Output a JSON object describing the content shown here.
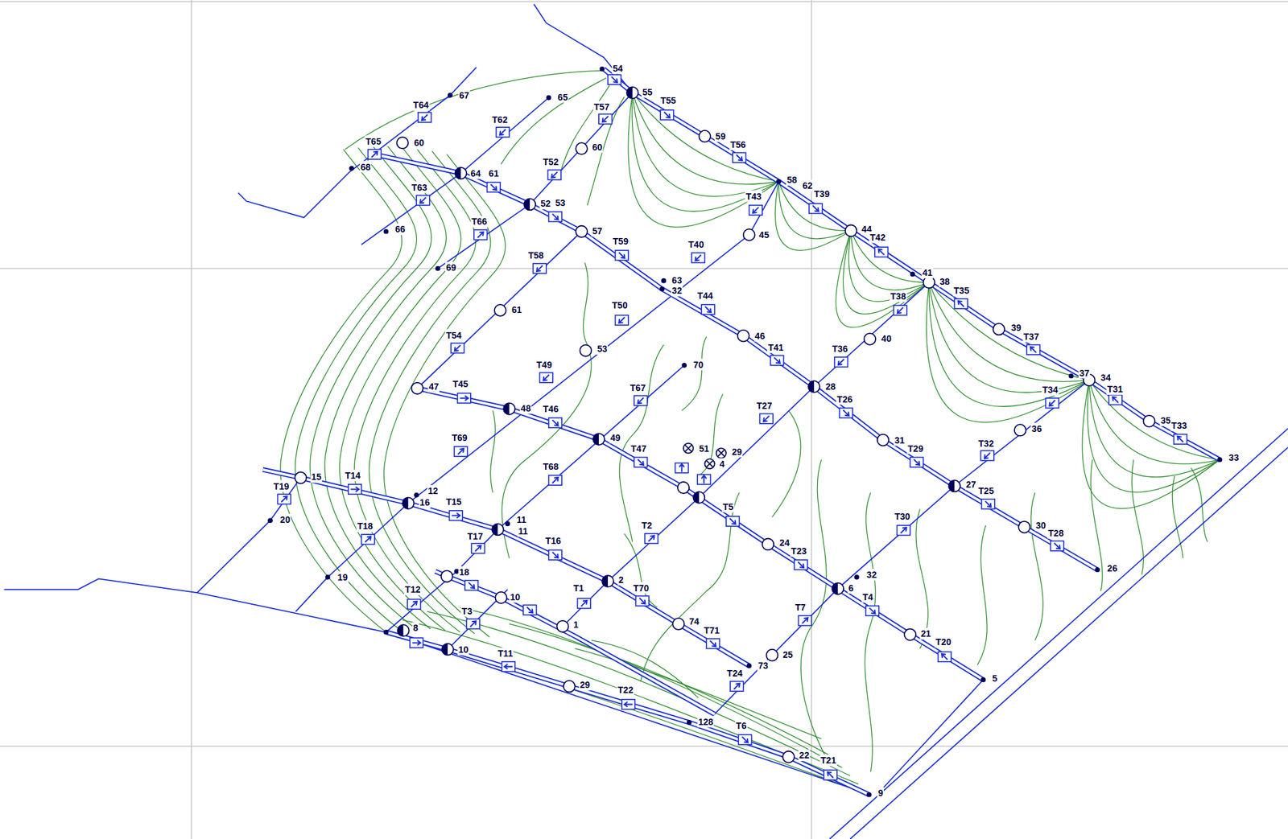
{
  "diagram": {
    "labels": [
      "54",
      "55",
      "67",
      "65",
      "T64",
      "T57",
      "T55",
      "T62",
      "59",
      "T56",
      "T65",
      "60",
      "60",
      "68",
      "64",
      "61",
      "T52",
      "58",
      "62",
      "T39",
      "T63",
      "52",
      "53",
      "T43",
      "66",
      "T66",
      "57",
      "44",
      "T42",
      "45",
      "T59",
      "T40",
      "T58",
      "69",
      "41",
      "38",
      "63",
      "32",
      "T44",
      "T35",
      "T38",
      "61",
      "T50",
      "39",
      "46",
      "40",
      "T37",
      "T54",
      "53",
      "T41",
      "T36",
      "70",
      "T49",
      "37",
      "34",
      "T31",
      "28",
      "T67",
      "T45",
      "47",
      "T34",
      "48",
      "T46",
      "T27",
      "T26",
      "35",
      "T33",
      "36",
      "49",
      "31",
      "T32",
      "T29",
      "33",
      "T69",
      "51",
      "29",
      "4",
      "T47",
      "T68",
      "27",
      "T25",
      "15",
      "T14",
      "T19",
      "16",
      "12",
      "T15",
      "T5",
      "20",
      "T30",
      "30",
      "11",
      "11",
      "T18",
      "T2",
      "T28",
      "T17",
      "T16",
      "24",
      "T23",
      "26",
      "18",
      "19",
      "32",
      "2",
      "T1",
      "T70",
      "6",
      "T12",
      "10",
      "T4",
      "T3",
      "T7",
      "74",
      "1",
      "T71",
      "8",
      "21",
      "T20",
      "10",
      "T11",
      "25",
      "73",
      "5",
      "T24",
      "29",
      "T22",
      "128",
      "T6",
      "22",
      "T21",
      "9"
    ]
  }
}
